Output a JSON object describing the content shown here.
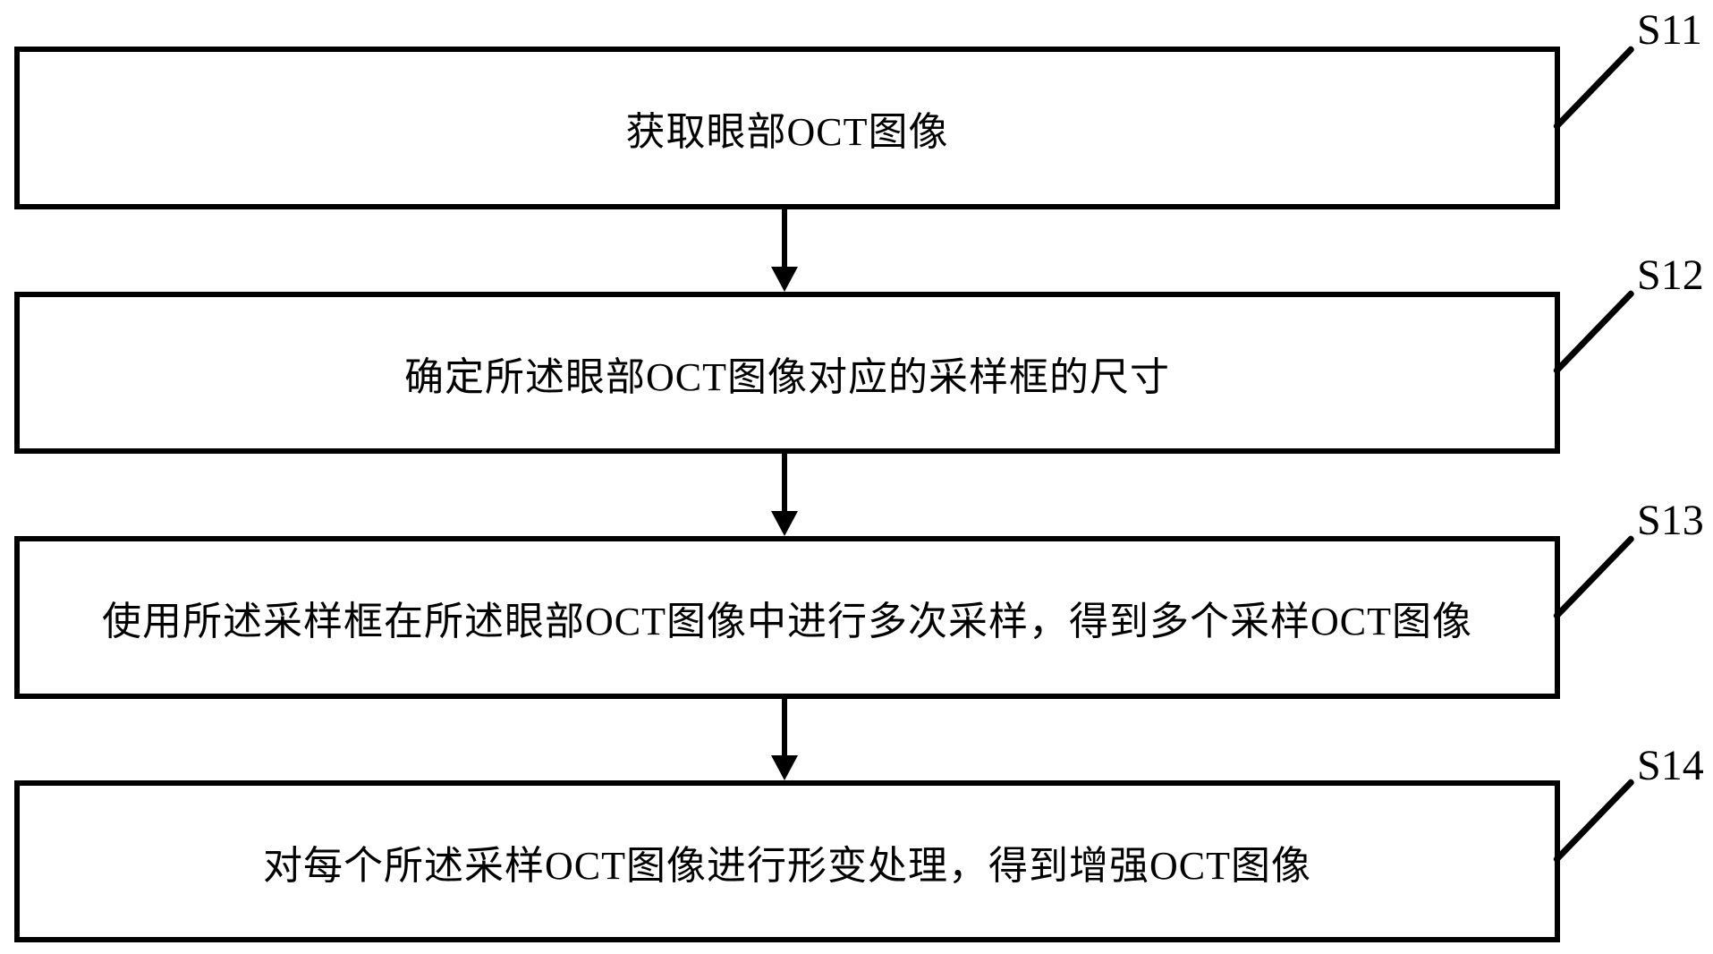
{
  "figure": {
    "type": "flowchart",
    "background_color": "#ffffff",
    "stroke_color": "#000000",
    "steps": [
      {
        "label": "S11",
        "text": "获取眼部OCT图像"
      },
      {
        "label": "S12",
        "text": "确定所述眼部OCT图像对应的采样框的尺寸"
      },
      {
        "label": "S13",
        "text": "使用所述采样框在所述眼部OCT图像中进行多次采样，得到多个采样OCT图像"
      },
      {
        "label": "S14",
        "text": "对每个所述采样OCT图像进行形变处理，得到增强OCT图像"
      }
    ]
  }
}
